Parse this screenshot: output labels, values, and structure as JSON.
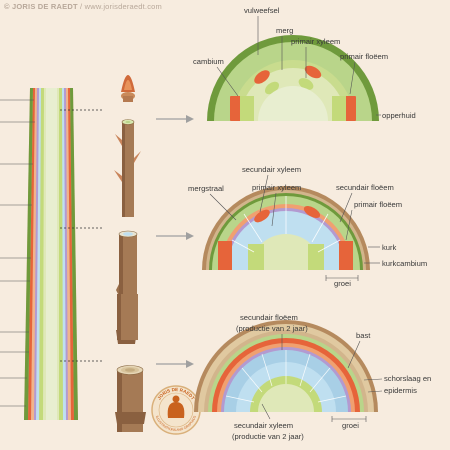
{
  "credit": {
    "author": "© JORIS DE RAEDT",
    "site": " / www.jorisderaedt.com"
  },
  "diagram1": {
    "labels": {
      "vulweefsel": "vulweefsel",
      "merg": "merg",
      "primair_xyleem": "primair xyleem",
      "cambium": "cambium",
      "primair_floeem": "primair floëem",
      "opperhuid": "opperhuid"
    }
  },
  "diagram2": {
    "labels": {
      "secundair_xyleem": "secundair xyleem",
      "mergstraal": "mergstraal",
      "primair_xyleem": "primair xyleem",
      "secundair_floeem": "secundair floëem",
      "primair_floeem": "primair floëem",
      "kurk": "kurk",
      "kurkcambium": "kurkcambium",
      "groei": "groei"
    }
  },
  "diagram3": {
    "labels": {
      "secundair_floeem": "secundair floëem",
      "productie1": "(productie van 2 jaar)",
      "bast": "bast",
      "schorslaag": "schorslaag en",
      "epidermis": "epidermis",
      "secundair_xyleem": "secundair xyleem",
      "productie2": "(productie van 2 jaar)",
      "groei": "groei"
    }
  },
  "stamp": {
    "top": "JORIS DE RAEDT",
    "bottom": "ILLUSTRATIONS AND GRAPHICS"
  },
  "colors": {
    "background": "#f7ecdf",
    "epidermis": "#6f9a3c",
    "cortex": "#b9d58a",
    "pith": "#dfe8b8",
    "xylem": "#c3da7a",
    "phloem": "#e6643a",
    "cambium": "#f0a070",
    "secondary_xylem": "#bfdff0",
    "cork": "#9a7a52",
    "bark": "#b58a5e",
    "label": "#3a3a3a",
    "arrow": "#a0a0a0"
  }
}
